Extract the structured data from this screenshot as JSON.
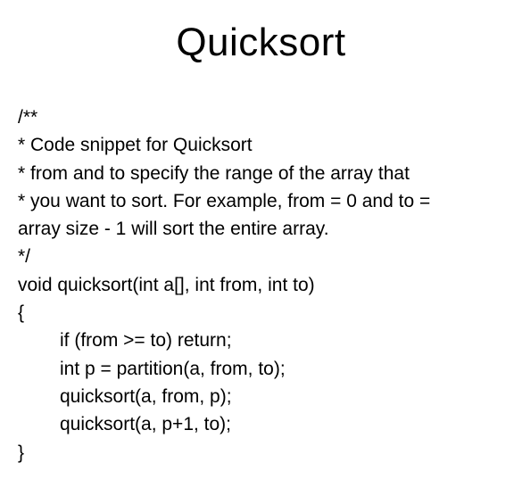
{
  "title": "Quicksort",
  "code_lines": [
    {
      "text": "/**",
      "indent": 0
    },
    {
      "text": "* Code snippet for Quicksort",
      "indent": 0
    },
    {
      "text": "* from and to specify the range of the array that",
      "indent": 0
    },
    {
      "text": "* you want to sort. For example, from = 0 and to =",
      "indent": 0
    },
    {
      "text": "array size - 1 will sort the entire array.",
      "indent": 0
    },
    {
      "text": "*/",
      "indent": 0
    },
    {
      "text": "void quicksort(int a[], int from, int to)",
      "indent": 0
    },
    {
      "text": "{",
      "indent": 0
    },
    {
      "text": "if (from >= to) return;",
      "indent": 1
    },
    {
      "text": "int p = partition(a, from, to);",
      "indent": 1
    },
    {
      "text": "quicksort(a, from, p);",
      "indent": 1
    },
    {
      "text": "quicksort(a, p+1, to);",
      "indent": 1
    },
    {
      "text": "}",
      "indent": 0
    }
  ]
}
